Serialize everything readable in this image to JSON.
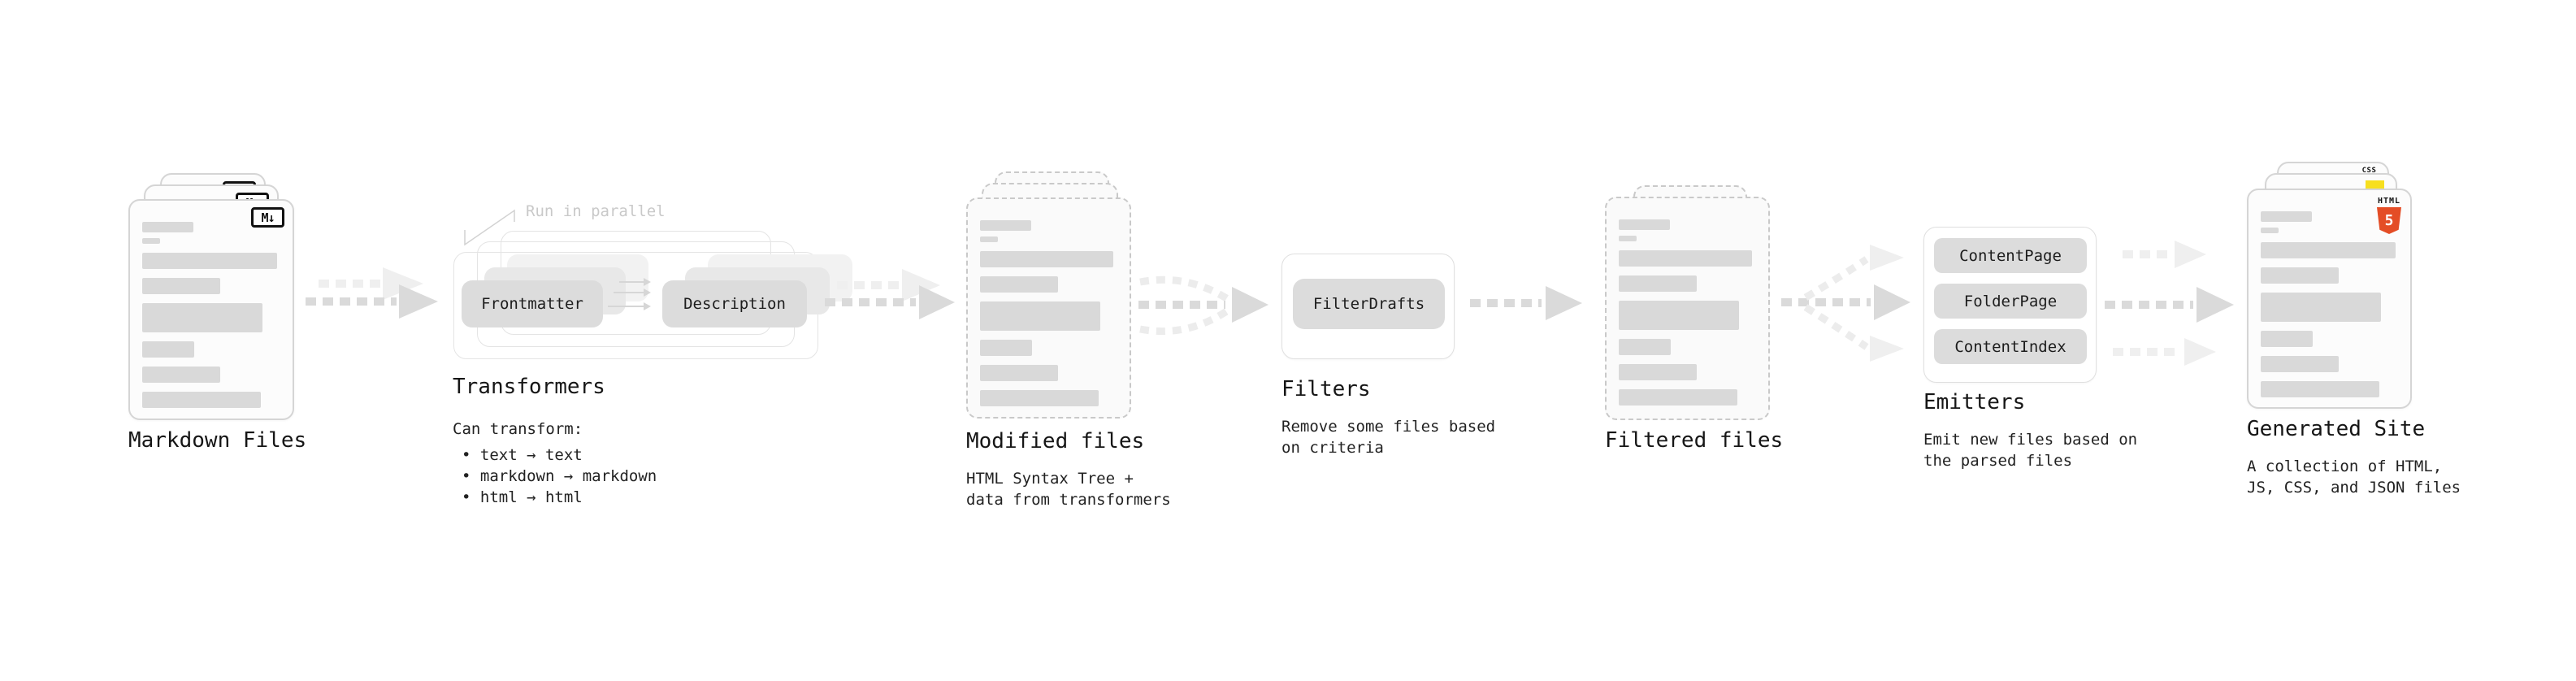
{
  "markdown_files": {
    "label": "Markdown Files",
    "badge": "M↓"
  },
  "transformers": {
    "note": "Run in parallel",
    "frontmatter": "Frontmatter",
    "description_pill": "Description",
    "label": "Transformers",
    "can_transform": "Can transform:",
    "bullets": [
      "• text → text",
      "• markdown → markdown",
      "• html → html"
    ]
  },
  "modified_files": {
    "label": "Modified files",
    "description": "HTML Syntax Tree +\ndata from transformers"
  },
  "filters": {
    "pill": "FilterDrafts",
    "label": "Filters",
    "description": "Remove some files based\non criteria"
  },
  "filtered_files": {
    "label": "Filtered files"
  },
  "emitters": {
    "pills": [
      "ContentPage",
      "FolderPage",
      "ContentIndex"
    ],
    "label": "Emitters",
    "description": "Emit new files based on\nthe parsed files"
  },
  "generated_site": {
    "label": "Generated Site",
    "description": "A collection of HTML,\nJS, CSS, and JSON files",
    "html_badge": "HTML",
    "html_badge_number": "5",
    "css_badge": "CSS"
  },
  "colors": {
    "accent_html5": "#e44d26",
    "accent_js": "#f7df1e",
    "accent_css": "#2962ff",
    "placeholder_bar": "#d9d9d9",
    "arrow_dark": "#dadada",
    "arrow_light": "#efefef"
  }
}
